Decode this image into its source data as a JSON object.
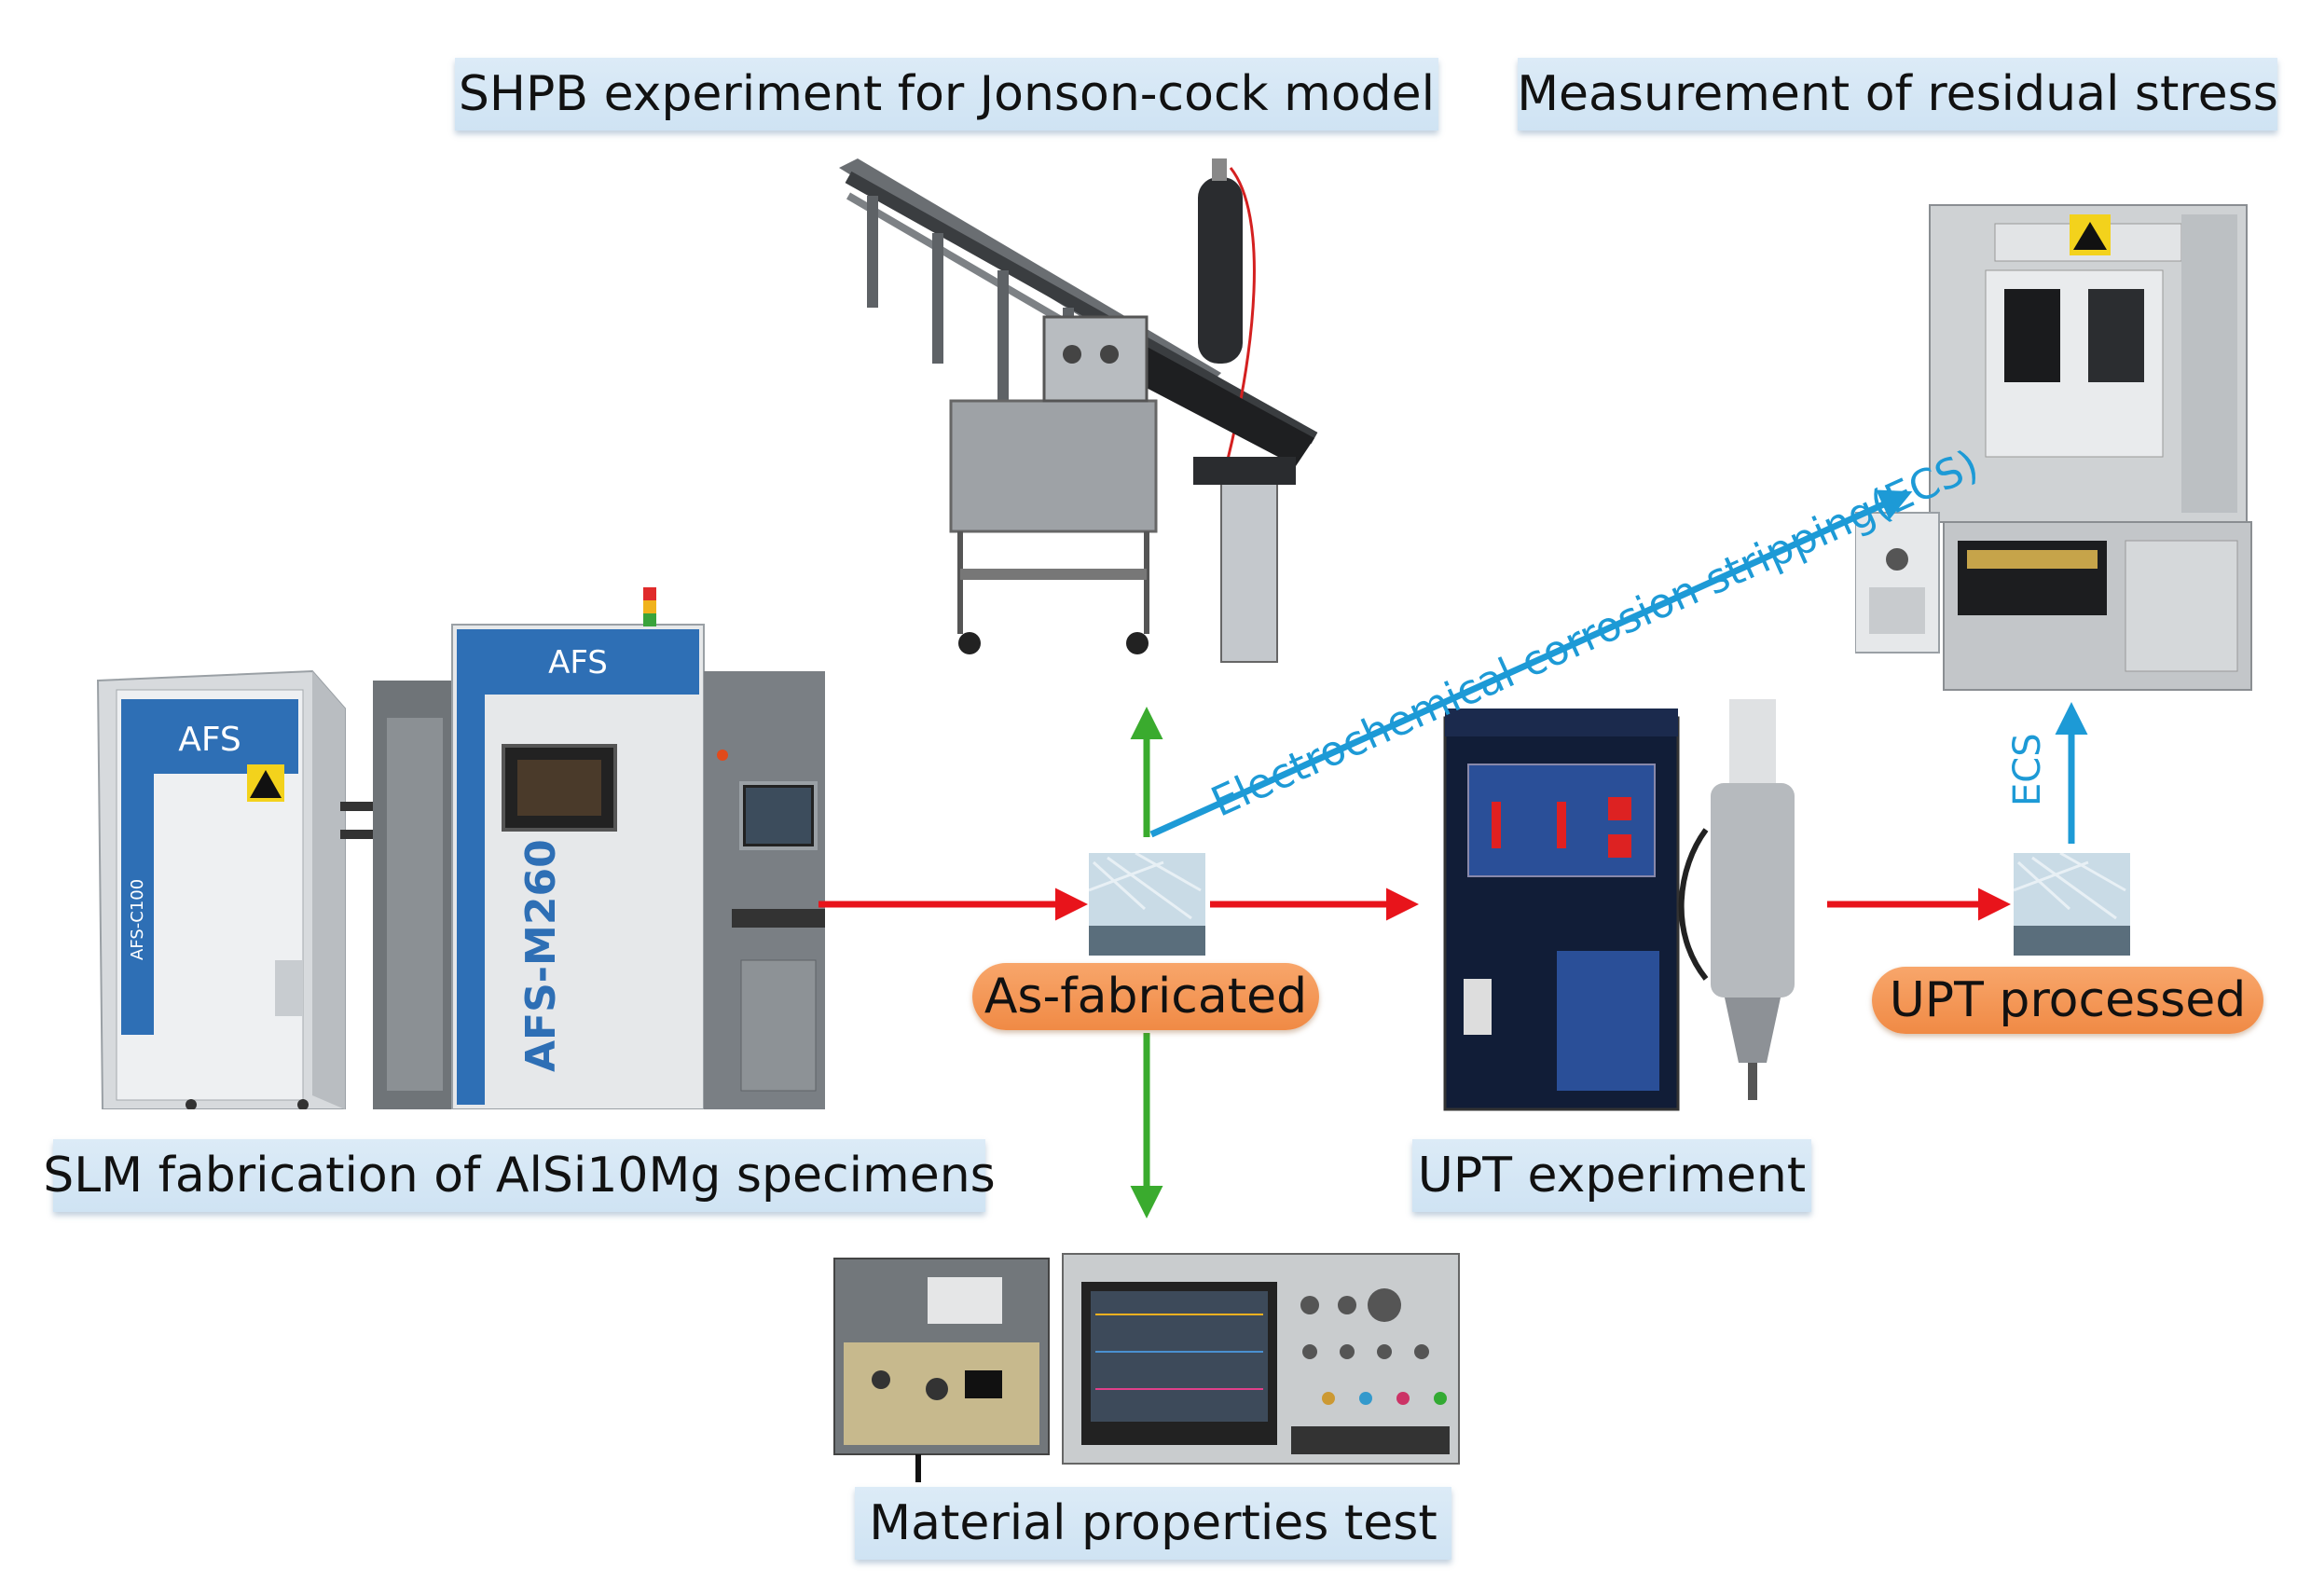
{
  "labels": {
    "shpb": "SHPB experiment for Jonson-cock model",
    "residual": "Measurement of residual stress",
    "slm": "SLM fabrication of AlSi10Mg specimens",
    "upt_exp": "UPT experiment",
    "material": "Material properties test"
  },
  "states": {
    "as_fabricated": "As-fabricated",
    "upt_processed": "UPT processed"
  },
  "arrows": {
    "ecs_long": "Electrochemical corrosion stripping(ECS)",
    "ecs_short": "ECS"
  },
  "equipment": {
    "afs_side_logo": "AFS",
    "afs_side_model": "AFS-C100",
    "afs_main_logo": "AFS",
    "afs_main_model": "AFS-M260"
  },
  "colors": {
    "red_arrow": "#e8141b",
    "green_arrow": "#3aab2e",
    "blue_arrow": "#1d9ad6",
    "label_bg": "#d6e8f5",
    "pill_bg": "#f4964f"
  }
}
